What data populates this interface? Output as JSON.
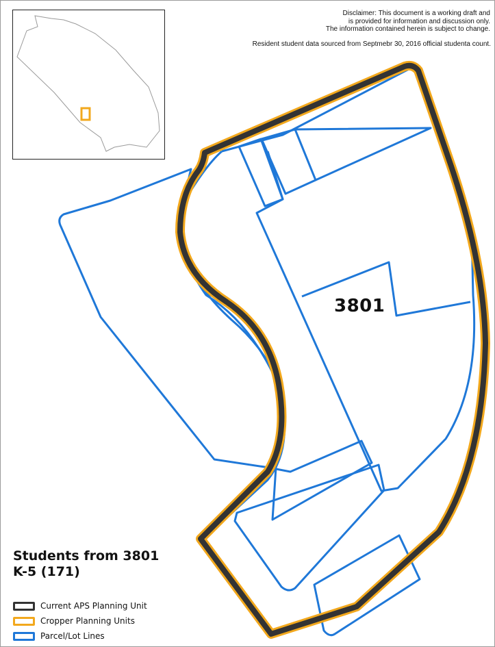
{
  "disclaimer": {
    "line1": "Disclaimer: This document is a working draft and",
    "line2": "is provided for information and discussion only.",
    "line3": "The information contained herein is subject to change."
  },
  "data_source": "Resident student data sourced from Septmebr 30, 2016 official studenta count.",
  "map": {
    "unit_label": "3801",
    "colors": {
      "aps_planning_unit": "#333333",
      "cropper_planning_units": "#f2a81d",
      "parcel_lines": "#1f78d8"
    }
  },
  "legend": {
    "title_line1": "Students from 3801",
    "title_line2": "K-5 (171)",
    "items": [
      {
        "label": "Current APS Planning Unit",
        "color": "#333333"
      },
      {
        "label": "Cropper Planning Units",
        "color": "#f2a81d"
      },
      {
        "label": "Parcel/Lot Lines",
        "color": "#1f78d8"
      }
    ]
  }
}
